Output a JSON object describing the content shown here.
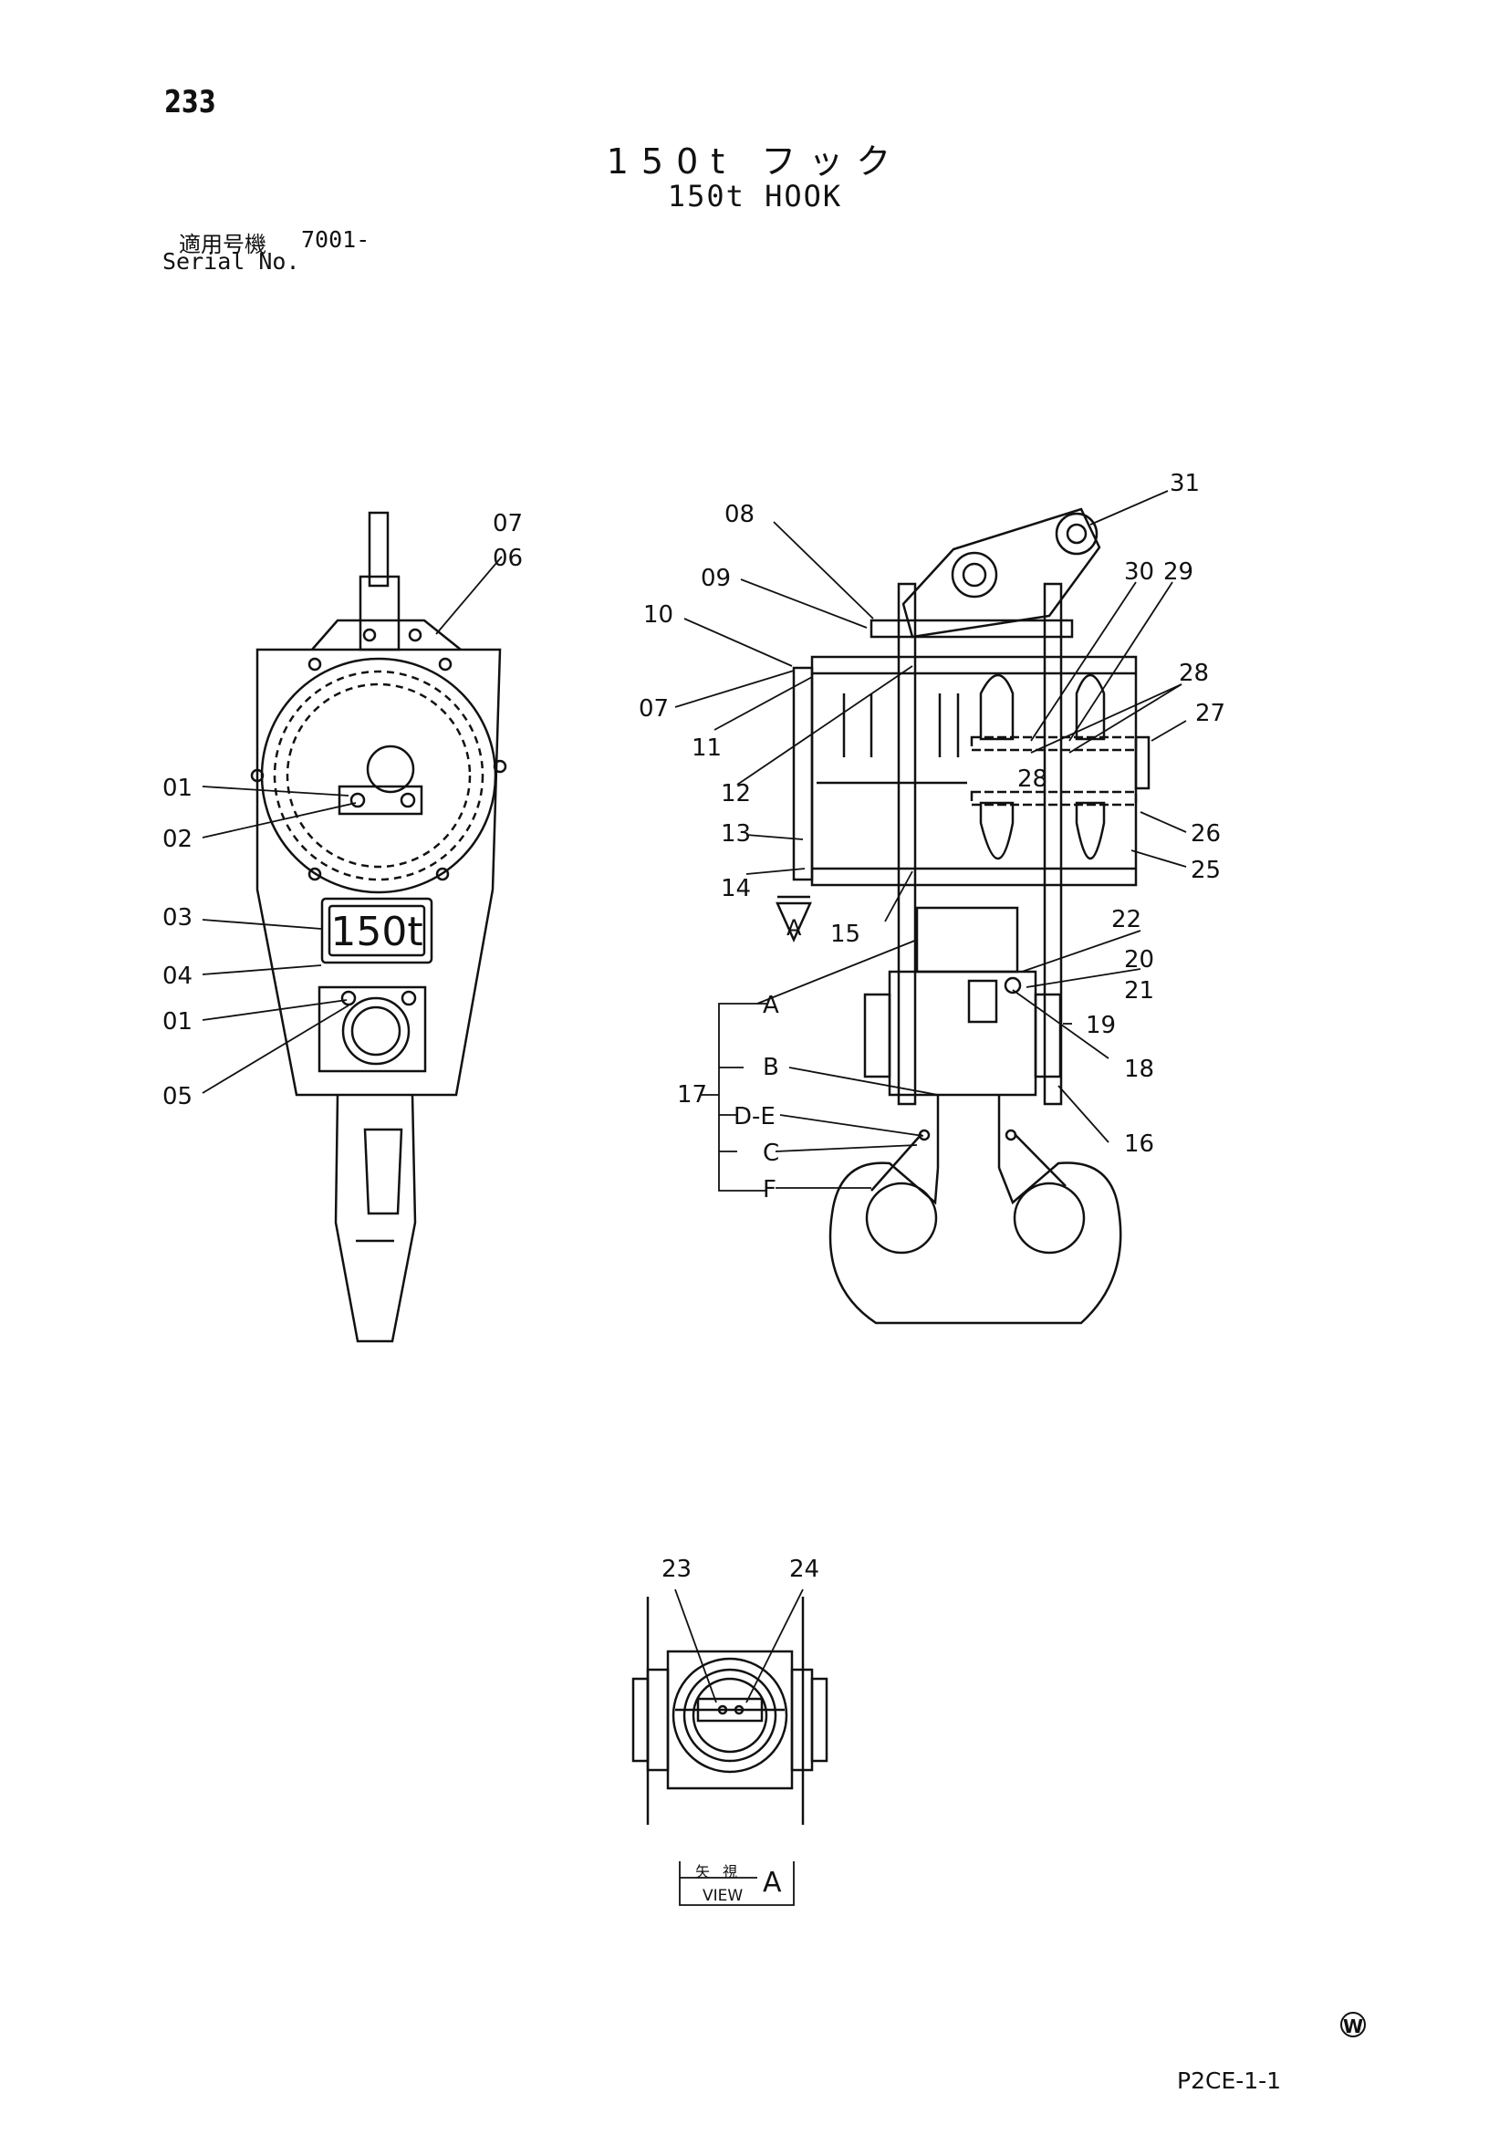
{
  "page_number": "233",
  "title": {
    "jp": "150t フック",
    "en": "150t HOOK"
  },
  "serial": {
    "label_jp": "適用号機",
    "value": "7001-",
    "label_en": "Serial No."
  },
  "nameplate_text": "150t",
  "front_view_callouts": [
    "07",
    "06",
    "01",
    "02",
    "03",
    "04",
    "01",
    "05"
  ],
  "side_view_callouts": [
    "31",
    "08",
    "09",
    "30",
    "29",
    "10",
    "28",
    "27",
    "07",
    "11",
    "28",
    "12",
    "26",
    "13",
    "25",
    "14",
    "A",
    "15",
    "22",
    "20",
    "21",
    "A",
    "19",
    "18",
    "17",
    "B",
    "16",
    "D-E",
    "C",
    "F"
  ],
  "bottom_view_callouts": [
    "23",
    "24"
  ],
  "view_label": {
    "jp": "矢視",
    "en": "VIEW",
    "letter": "A"
  },
  "watermark": "W",
  "reference_code": "P2CE-1-1"
}
